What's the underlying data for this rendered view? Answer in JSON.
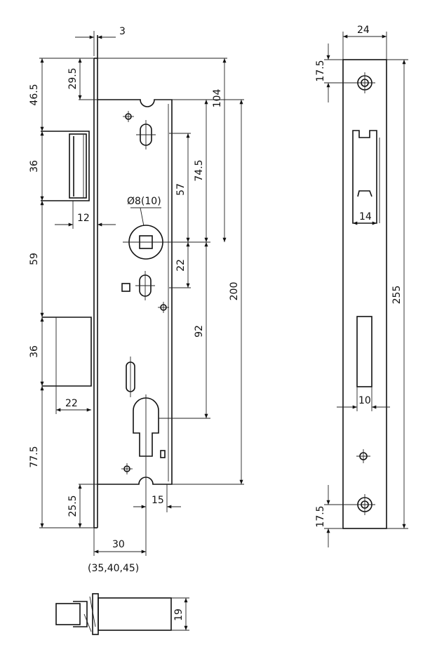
{
  "dims": {
    "top_offset": "3",
    "backset_top": "29.5",
    "latch_top": "46.5",
    "latch_height": "36",
    "latch_throw": "12",
    "mid_gap": "59",
    "bolt_height": "36",
    "bolt_throw": "22",
    "bottom_gap": "77.5",
    "bottom_offset": "25.5",
    "backset": "30",
    "backset_options": "(35,40,45)",
    "spindle": "Ø8(10)",
    "spindle_to_top": "104",
    "h_74": "74.5",
    "h_57": "57",
    "h_22": "22",
    "h_92": "92",
    "overall": "200",
    "cyl_width": "15",
    "plate_width": "24",
    "plate_top_hole": "17.5",
    "plate_latch_width": "14",
    "plate_length": "255",
    "plate_bolt_width": "10",
    "plate_bottom_hole": "17.5",
    "body_depth": "19"
  }
}
